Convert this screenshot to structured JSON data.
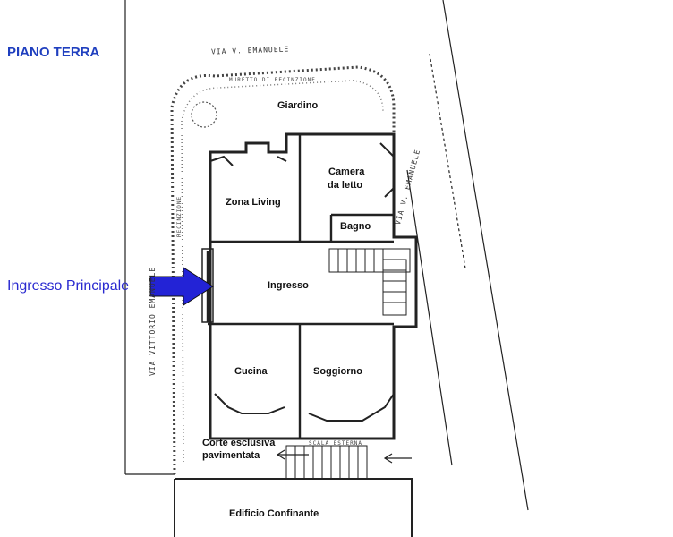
{
  "title": "PIANO TERRA",
  "entrance_label": "Ingresso Principale",
  "rooms": {
    "giardino": "Giardino",
    "zona_living": "Zona Living",
    "camera_line1": "Camera",
    "camera_line2": "da letto",
    "bagno": "Bagno",
    "ingresso": "Ingresso",
    "cucina": "Cucina",
    "soggiorno": "Soggiorno",
    "corte_line1": "Corte esclusiva",
    "corte_line2": "pavimentata",
    "edificio": "Edificio Confinante"
  },
  "street_labels": {
    "top": "VIA  V.  EMANUELE",
    "right": "VIA  V.  EMANUELE",
    "left": "VIA  VITTORIO  EMANUELE"
  },
  "notes": {
    "hedge_top": "MURETTO  DI  RECINZIONE",
    "hedge_left": "RECINZIONE",
    "stair": "SCALA  ESTERNA"
  },
  "colors": {
    "title": "#1f3fbf",
    "arrow": "#2323d6",
    "lines": "#222222"
  }
}
